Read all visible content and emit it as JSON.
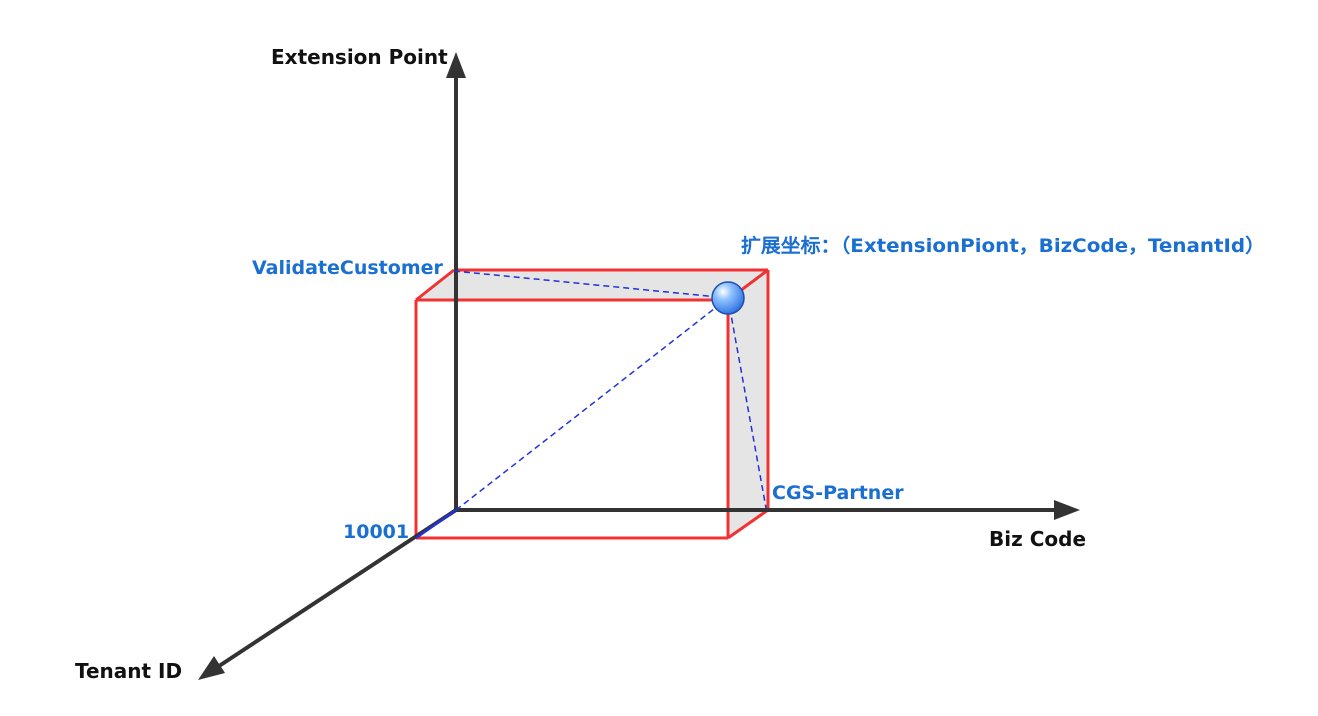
{
  "axes": {
    "vertical": "Extension Point",
    "horizontal": "Biz Code",
    "depth": "Tenant ID"
  },
  "values": {
    "extension_point": "ValidateCustomer",
    "biz_code": "CGS-Partner",
    "tenant_id": "10001"
  },
  "coordinate_label": "扩展坐标：（ExtensionPiont，BizCode，TenantId）",
  "colors": {
    "axis": "#333333",
    "box_edge": "#f03232",
    "box_face": "#dcdcdc",
    "label_blue": "#1a6fd0",
    "label_black": "#111111",
    "dashed": "#2231d8",
    "point_fill": "#4a8ff0"
  }
}
